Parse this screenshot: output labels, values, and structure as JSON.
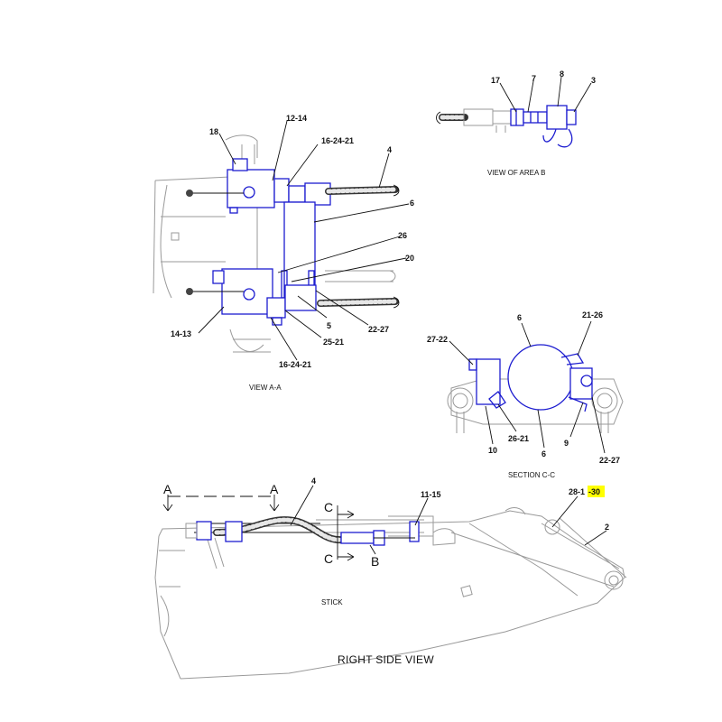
{
  "colors": {
    "linework": "#555555",
    "part_highlight": "#1c1cd0",
    "callout_highlight": "#ffff00"
  },
  "view_aa": {
    "caption": "VIEW A-A",
    "callouts": {
      "c18": "18",
      "c12_14": "12-14",
      "c16_24_21_top": "16-24-21",
      "c4": "4",
      "c6": "6",
      "c26": "26",
      "c20": "20",
      "c14_13": "14-13",
      "c5": "5",
      "c22_27": "22-27",
      "c25_21": "25-21",
      "c16_24_21_bottom": "16-24-21"
    }
  },
  "view_b": {
    "caption": "VIEW OF AREA B",
    "callouts": {
      "c17": "17",
      "c7": "7",
      "c8": "8",
      "c3": "3"
    }
  },
  "section_cc": {
    "caption": "SECTION C-C",
    "callouts": {
      "c6_top": "6",
      "c21_26": "21-26",
      "c27_22": "27-22",
      "c26_21": "26-21",
      "c10": "10",
      "c6_bottom": "6",
      "c9": "9",
      "c22_27": "22-27"
    }
  },
  "right_side": {
    "caption": "STICK",
    "title": "RIGHT SIDE VIEW",
    "section_markers": {
      "a_left": "A",
      "a_right": "A",
      "c_top": "C",
      "c_bottom": "C",
      "b": "B"
    },
    "callouts": {
      "c4": "4",
      "c11_15": "11-15",
      "c28_prefix": "28-1",
      "c28_highlight": "-30",
      "c2": "2"
    }
  }
}
